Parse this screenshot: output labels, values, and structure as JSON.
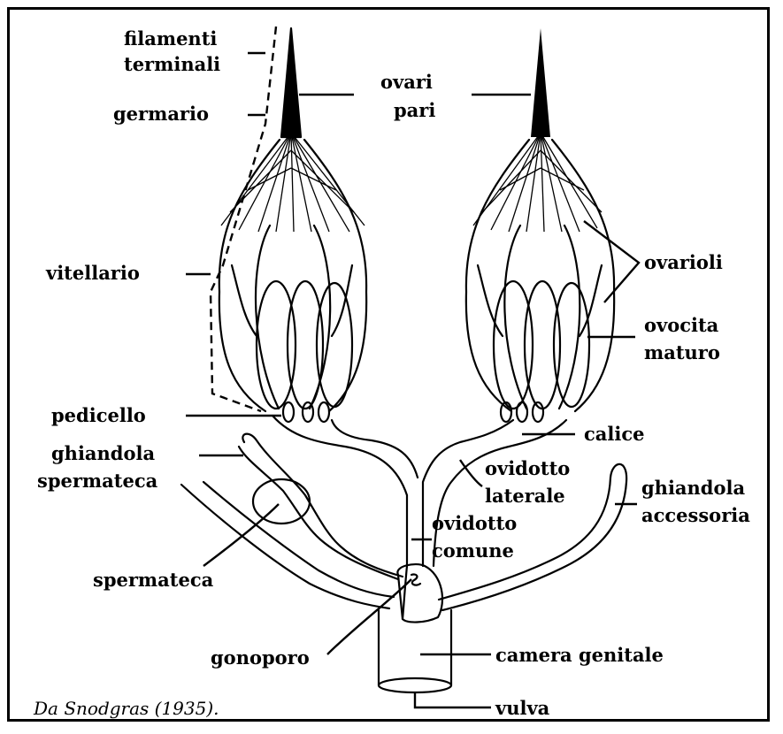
{
  "labels": {
    "filamenti_terminali": [
      "filamenti",
      "terminali"
    ],
    "germario": "germario",
    "ovari_pari": [
      "ovari",
      "pari"
    ],
    "vitellario": "vitellario",
    "ovarioli": "ovarioli",
    "ovocita_maturo": [
      "ovocita",
      "maturo"
    ],
    "pedicello": "pedicello",
    "calice": "calice",
    "ghiandola_spermateca": [
      "ghiandola",
      "spermateca"
    ],
    "ovidotto_laterale": [
      "ovidotto",
      "laterale"
    ],
    "ghiandola_accessoria": [
      "ghiandola",
      "accessoria"
    ],
    "ovidotto_comune": [
      "ovidotto",
      "comune"
    ],
    "spermateca": "spermateca",
    "gonoporo": "gonoporo",
    "camera_genitale": "camera genitale",
    "vulva": "vulva"
  },
  "caption": "Da Snodgras (1935).",
  "colors": {
    "ink": "#000000",
    "background": "#ffffff",
    "frame": "#000000"
  }
}
